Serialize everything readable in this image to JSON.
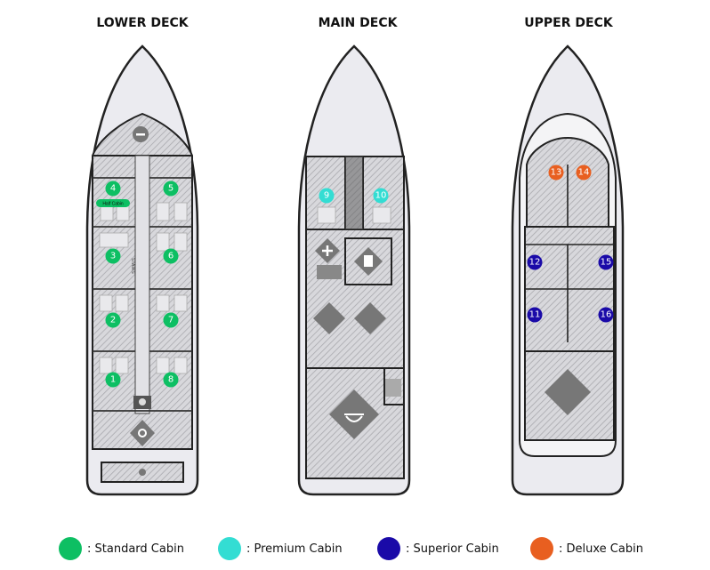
{
  "decks": {
    "lower": {
      "title": "LOWER DECK",
      "half_cabin_label": "Half Cabin",
      "stairs_label": "STAIRS"
    },
    "main": {
      "title": "MAIN DECK"
    },
    "upper": {
      "title": "UPPER DECK"
    }
  },
  "cabins": {
    "c1": "1",
    "c2": "2",
    "c3": "3",
    "c4": "4",
    "c5": "5",
    "c6": "6",
    "c7": "7",
    "c8": "8",
    "c9": "9",
    "c10": "10",
    "c11": "11",
    "c12": "12",
    "c13": "13",
    "c14": "14",
    "c15": "15",
    "c16": "16"
  },
  "legend": [
    {
      "label": ": Standard Cabin",
      "color": "#0dbf63"
    },
    {
      "label": ": Premium Cabin",
      "color": "#33ddd3"
    },
    {
      "label": ": Superior Cabin",
      "color": "#1a0aa8"
    },
    {
      "label": ": Deluxe Cabin",
      "color": "#e85f20"
    }
  ],
  "colors": {
    "standard": "#0dbf63",
    "premium": "#33ddd3",
    "superior": "#1a0aa8",
    "deluxe": "#e85f20"
  }
}
